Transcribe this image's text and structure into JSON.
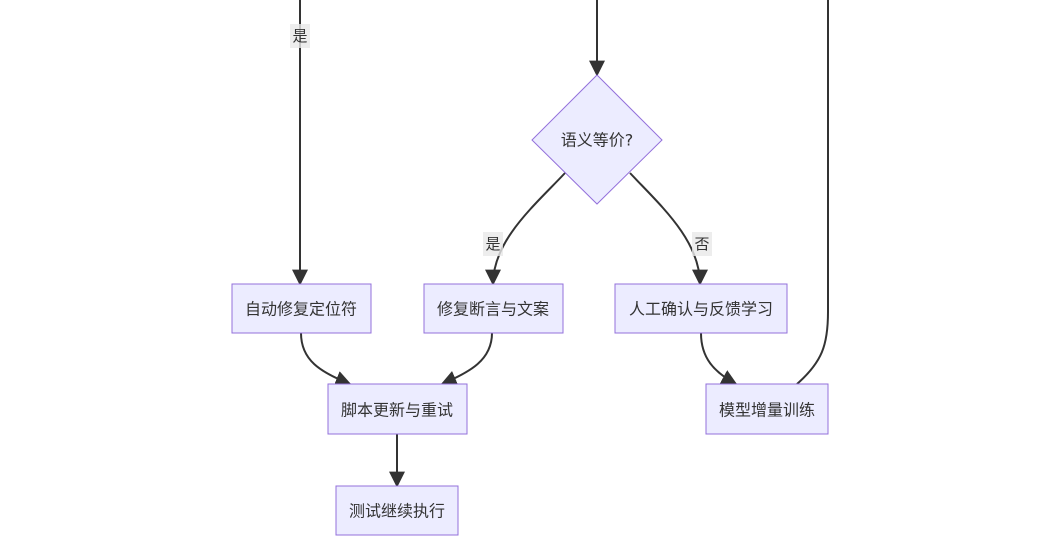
{
  "nodes": {
    "auto_fix_locator": "自动修复定位符",
    "fix_assertion": "修复断言与文案",
    "manual_confirm": "人工确认与反馈学习",
    "semantic_equiv": "语义等价?",
    "script_update": "脚本更新与重试",
    "incremental_training": "模型增量训练",
    "continue_test": "测试继续执行"
  },
  "edge_labels": {
    "left_yes": "是",
    "decision_yes": "是",
    "decision_no": "否"
  },
  "colors": {
    "node_fill": "#ECECFF",
    "node_stroke": "#9370DB",
    "edge": "#333333",
    "label_bg": "#e8e8e8"
  }
}
